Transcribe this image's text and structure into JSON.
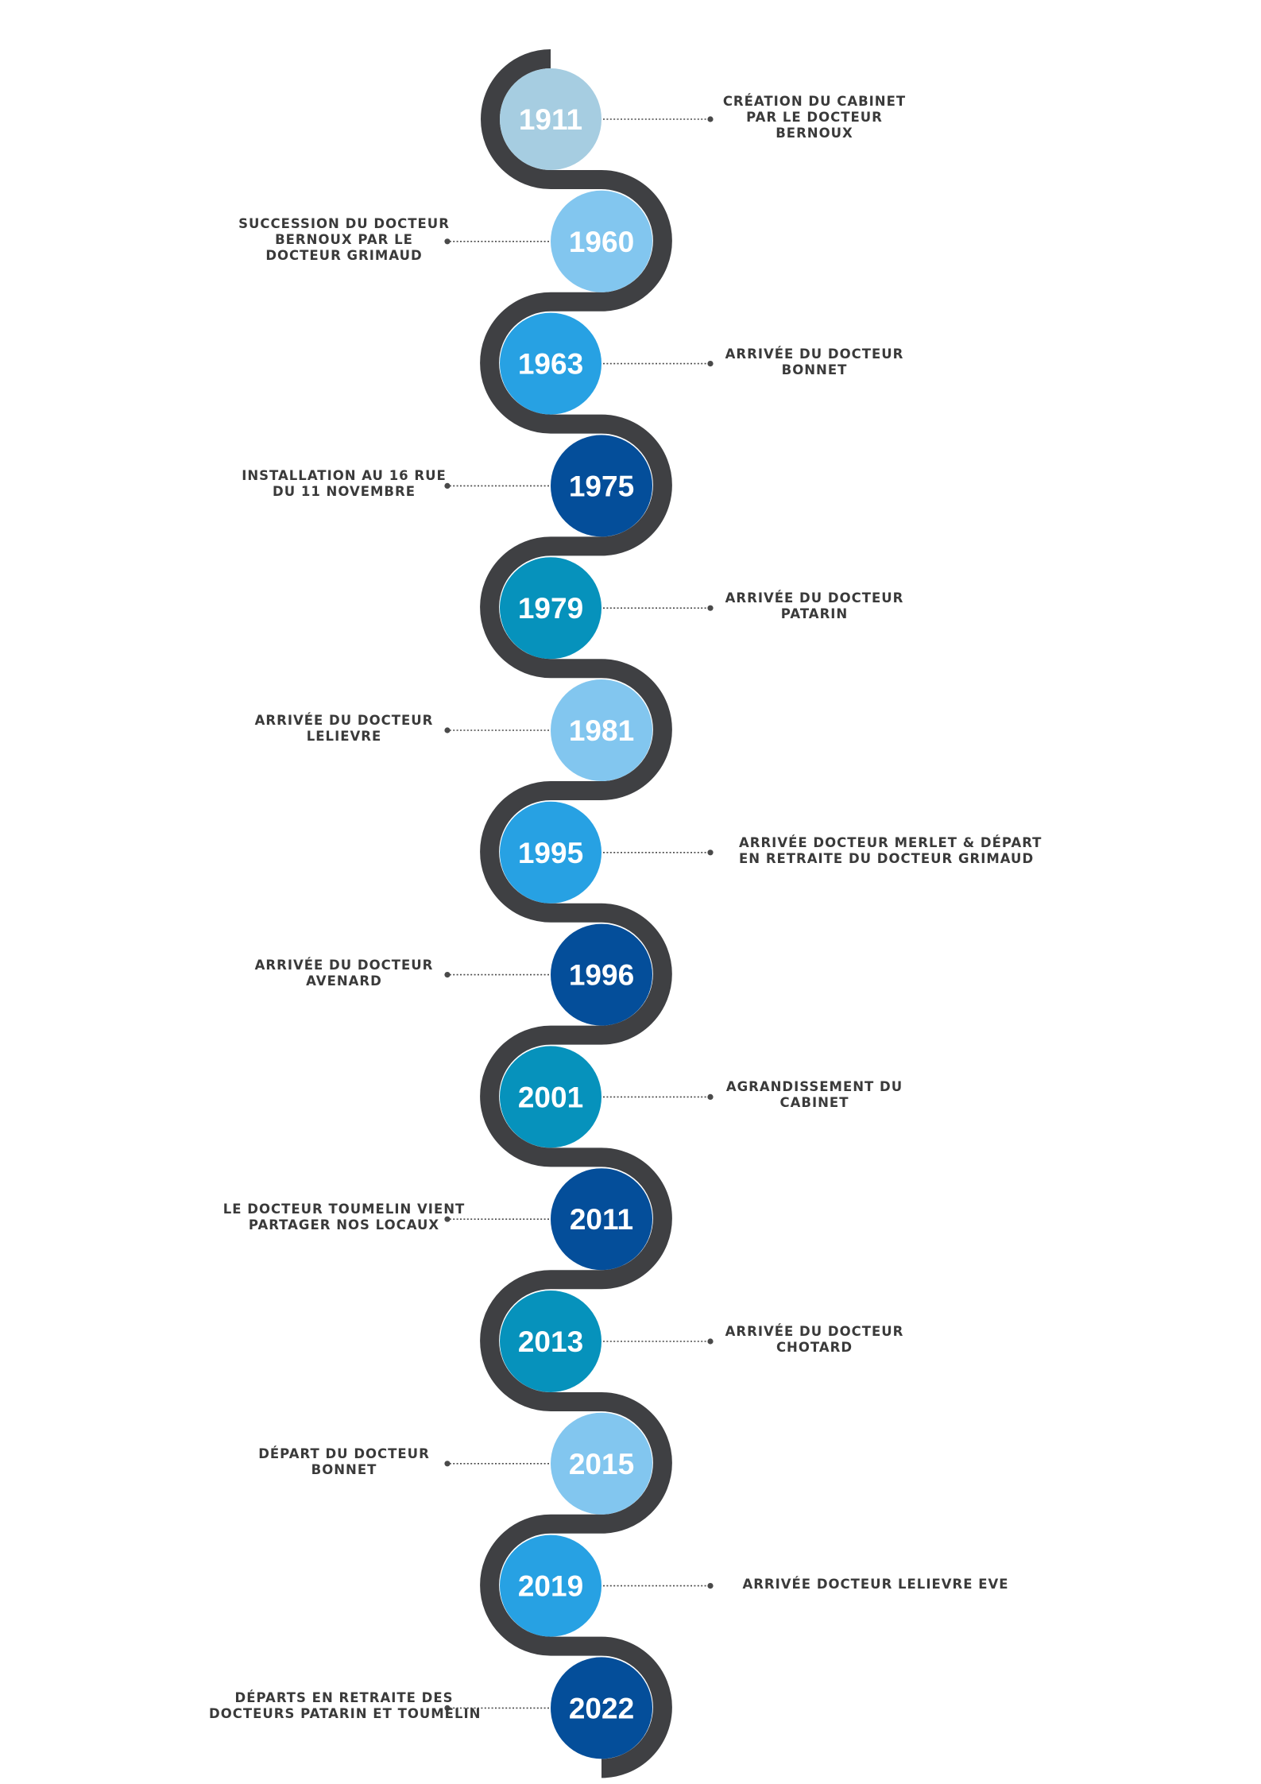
{
  "colors": {
    "path": "#3f4043",
    "connector": "#4a4a4a",
    "label_text": "#3a3a3a",
    "year_text": "#ffffff",
    "pale_blue": "#a6cde1",
    "light_blue": "#82c6ef",
    "sky_blue": "#27a1e3",
    "navy": "#044e9a",
    "teal": "#0692bc"
  },
  "events": [
    {
      "year": "1911",
      "side": "right",
      "color": "#a6cde1",
      "label_lines": [
        "CRÉATION DU CABINET",
        "PAR LE DOCTEUR",
        "BERNOUX"
      ]
    },
    {
      "year": "1960",
      "side": "left",
      "color": "#82c6ef",
      "label_lines": [
        "SUCCESSION DU DOCTEUR",
        "BERNOUX PAR LE",
        "DOCTEUR GRIMAUD"
      ]
    },
    {
      "year": "1963",
      "side": "right",
      "color": "#27a1e3",
      "label_lines": [
        "ARRIVÉE DU DOCTEUR",
        "BONNET"
      ]
    },
    {
      "year": "1975",
      "side": "left",
      "color": "#044e9a",
      "label_lines": [
        "INSTALLATION AU 16 RUE",
        "DU 11 NOVEMBRE"
      ]
    },
    {
      "year": "1979",
      "side": "right",
      "color": "#0692bc",
      "label_lines": [
        "ARRIVÉE DU DOCTEUR",
        "PATARIN"
      ]
    },
    {
      "year": "1981",
      "side": "left",
      "color": "#82c6ef",
      "label_lines": [
        "ARRIVÉE DU DOCTEUR",
        "LELIEVRE"
      ]
    },
    {
      "year": "1995",
      "side": "right",
      "color": "#27a1e3",
      "label_lines": [
        "ARRIVÉE DOCTEUR MERLET & DÉPART",
        "EN RETRAITE DU DOCTEUR GRIMAUD"
      ]
    },
    {
      "year": "1996",
      "side": "left",
      "color": "#044e9a",
      "label_lines": [
        "ARRIVÉE DU DOCTEUR",
        "AVENARD"
      ]
    },
    {
      "year": "2001",
      "side": "right",
      "color": "#0692bc",
      "label_lines": [
        "AGRANDISSEMENT DU",
        "CABINET"
      ]
    },
    {
      "year": "2011",
      "side": "left",
      "color": "#044e9a",
      "label_lines": [
        "LE DOCTEUR TOUMELIN VIENT",
        "PARTAGER NOS LOCAUX"
      ]
    },
    {
      "year": "2013",
      "side": "right",
      "color": "#0692bc",
      "label_lines": [
        "ARRIVÉE DU DOCTEUR",
        "CHOTARD"
      ]
    },
    {
      "year": "2015",
      "side": "left",
      "color": "#82c6ef",
      "label_lines": [
        "DÉPART DU DOCTEUR",
        "BONNET"
      ]
    },
    {
      "year": "2019",
      "side": "right",
      "color": "#27a1e3",
      "label_lines": [
        "ARRIVÉE DOCTEUR LELIEVRE EVE"
      ]
    },
    {
      "year": "2022",
      "side": "left",
      "color": "#044e9a",
      "label_lines": [
        "DÉPARTS EN RETRAITE DES",
        "DOCTEURS PATARIN ET TOUMELIN"
      ]
    }
  ]
}
